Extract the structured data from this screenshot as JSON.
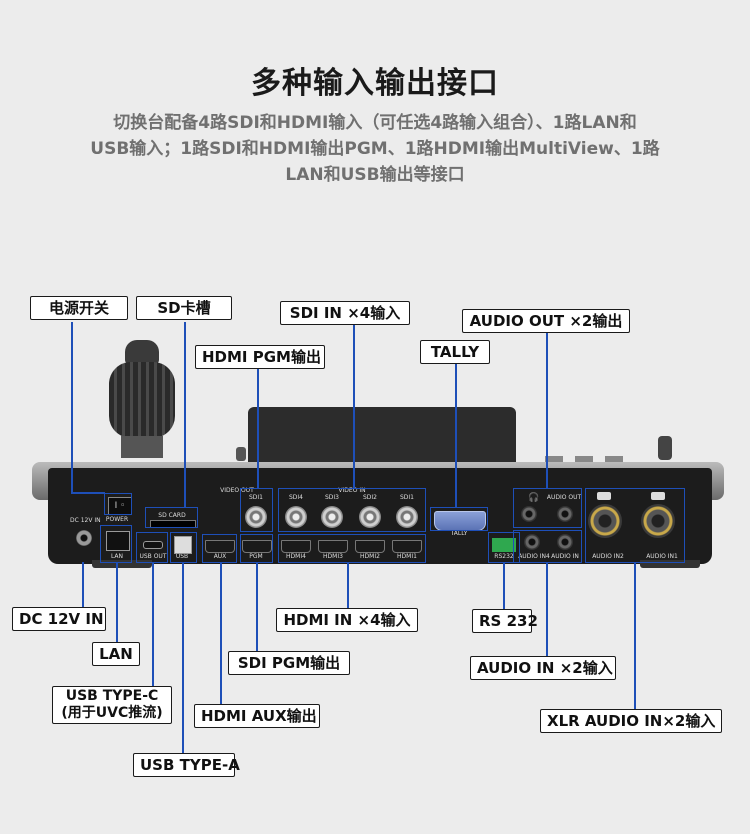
{
  "title": "多种输入输出接口",
  "subtitle": {
    "line1": "切换台配备4路SDI和HDMI输入（可任选4路输入组合）、1路LAN和",
    "line2": "USB输入；1路SDI和HDMI输出PGM、1路HDMI输出MultiView、1路",
    "line3": "LAN和USB输出等接口"
  },
  "callouts_top": {
    "power_switch": "电源开关",
    "sd_slot": "SD卡槽",
    "hdmi_pgm_out": "HDMI PGM输出",
    "sdi_in": "SDI IN ×4输入",
    "tally": "TALLY",
    "audio_out": "AUDIO OUT ×2输出"
  },
  "callouts_bottom": {
    "dc_in": "DC 12V IN",
    "lan": "LAN",
    "usb_type_c_line1": "USB TYPE-C",
    "usb_type_c_line2": "(用于UVC推流)",
    "usb_type_a": "USB TYPE-A",
    "sdi_pgm_out": "SDI PGM输出",
    "hdmi_aux_out": "HDMI AUX输出",
    "hdmi_in": "HDMI IN ×4输入",
    "rs232": "RS 232",
    "audio_in": "AUDIO IN ×2输入",
    "xlr_audio_in": "XLR AUDIO IN×2输入"
  },
  "panel_labels": {
    "dc": "DC 12V IN",
    "power": "POWER",
    "lan": "LAN",
    "sd_card": "SD CARD",
    "usb_out": "USB OUT",
    "usb": "USB",
    "video_out": "VIDEO OUT",
    "video_in": "VIDEO IN",
    "sdi1_out": "SDI1",
    "sdi4": "SDI4",
    "sdi3": "SDI3",
    "sdi2": "SDI2",
    "sdi1": "SDI1",
    "aux": "AUX",
    "pgm": "PGM",
    "hdmi4": "HDMI4",
    "hdmi3": "HDMI3",
    "hdmi2": "HDMI2",
    "hdmi1": "HDMI1",
    "tally": "TALLY",
    "rs232": "RS232",
    "audio_out": "AUDIO OUT",
    "audio_in4": "AUDIO IN4",
    "audio_in3": "AUDIO IN",
    "audio_in2": "AUDIO IN2",
    "audio_in1": "AUDIO IN1"
  },
  "colors": {
    "accent_line": "#1e4fb8",
    "panel": "#1c1c1c",
    "background": "#ececec"
  }
}
